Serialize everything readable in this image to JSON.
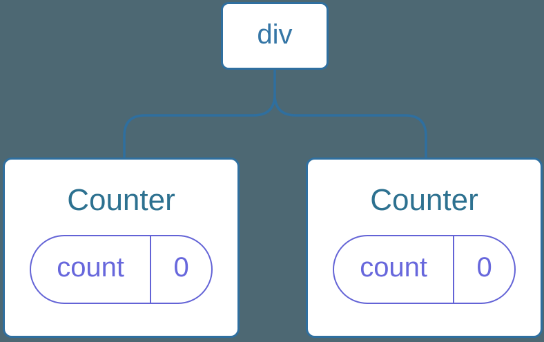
{
  "diagram": {
    "type": "component-tree",
    "background": "#4d6873",
    "colors": {
      "node_border": "#2f6f9f",
      "node_fill": "#ffffff",
      "root_label": "#3576a6",
      "component_title": "#2d7190",
      "state_purple": "#6767dc"
    },
    "root": {
      "label": "div"
    },
    "children": [
      {
        "title": "Counter",
        "state": {
          "key": "count",
          "value": "0"
        }
      },
      {
        "title": "Counter",
        "state": {
          "key": "count",
          "value": "0"
        }
      }
    ]
  }
}
